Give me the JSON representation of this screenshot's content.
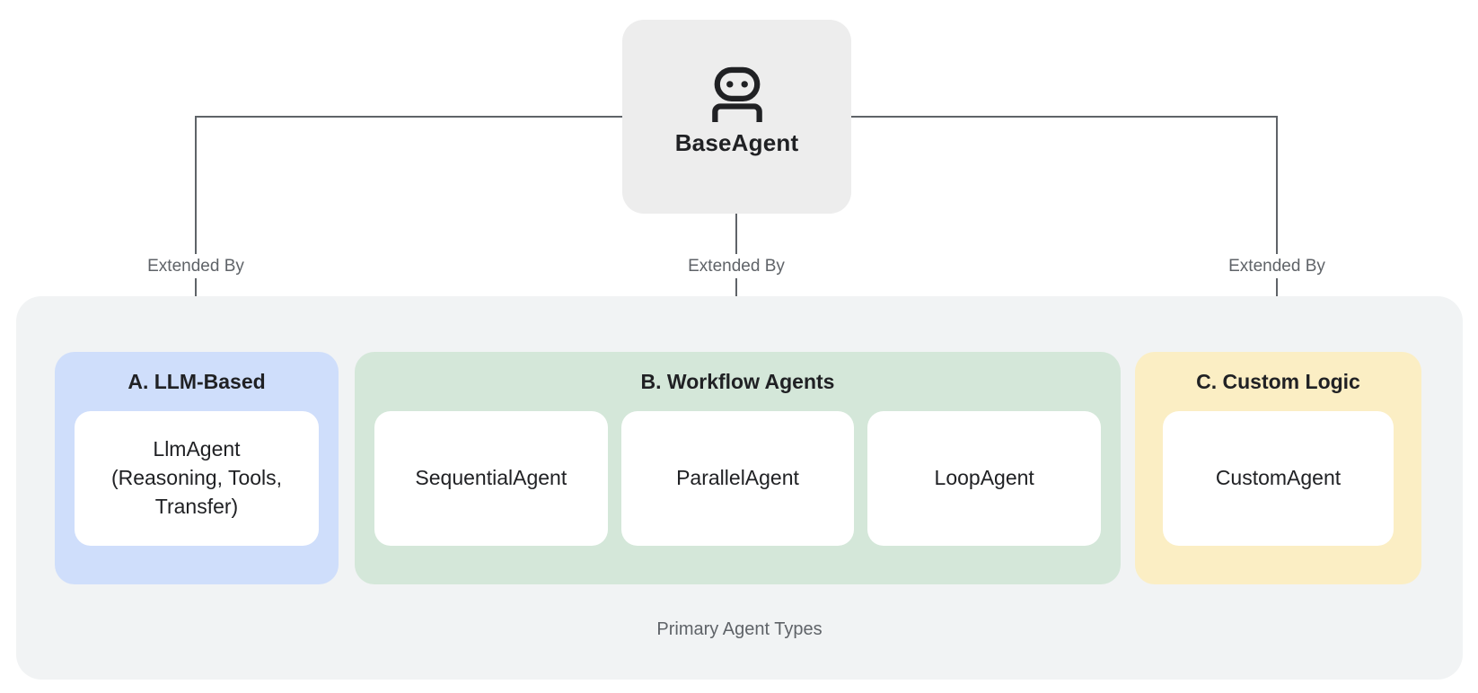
{
  "root_node": {
    "label": "BaseAgent",
    "icon": "robot-icon",
    "bg": "#ededed"
  },
  "edges": [
    {
      "label": "Extended By"
    },
    {
      "label": "Extended By"
    },
    {
      "label": "Extended By"
    }
  ],
  "groups_panel": {
    "bg": "#f1f3f4",
    "caption": "Primary Agent Types",
    "groups": [
      {
        "title": "A. LLM-Based",
        "bg": "#cfdefb",
        "cards": [
          {
            "label": "LlmAgent\n(Reasoning, Tools,\nTransfer)"
          }
        ]
      },
      {
        "title": "B. Workflow Agents",
        "bg": "#d4e7d9",
        "cards": [
          {
            "label": "SequentialAgent"
          },
          {
            "label": "ParallelAgent"
          },
          {
            "label": "LoopAgent"
          }
        ]
      },
      {
        "title": "C. Custom Logic",
        "bg": "#fbeec4",
        "cards": [
          {
            "label": "CustomAgent"
          }
        ]
      }
    ]
  },
  "colors": {
    "line": "#5f6368",
    "edge_label_text": "#5f6368",
    "caption_text": "#5f6368",
    "title_text": "#202124",
    "card_bg": "#ffffff",
    "page_bg": "#ffffff"
  }
}
